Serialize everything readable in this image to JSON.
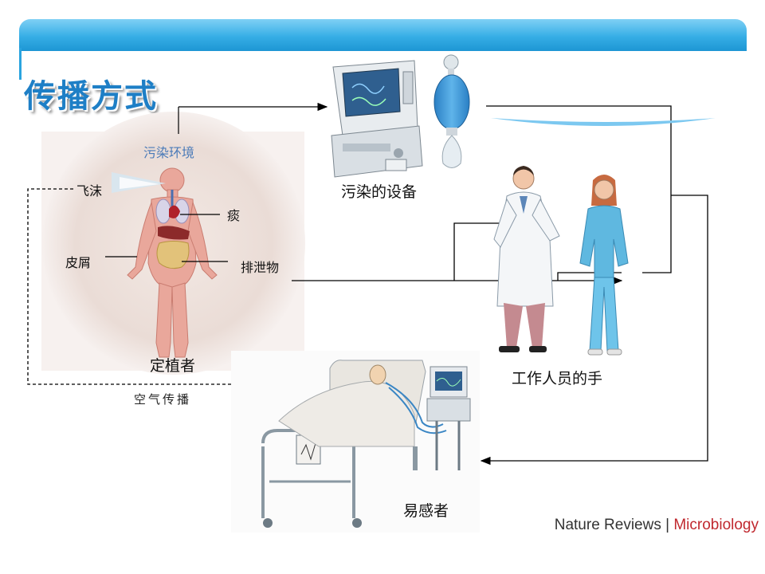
{
  "slide": {
    "title": "传播方式",
    "accent_color": "#1e7fc6",
    "banner_color": "#36aee6"
  },
  "labels": {
    "environment": "污染环境",
    "droplet": "飞沫",
    "sputum": "痰",
    "skin_flakes": "皮屑",
    "excreta": "排泄物",
    "colonized_host": "定植者",
    "airborne": "空气传播",
    "contaminated_equipment": "污染的设备",
    "staff_hands": "工作人员的手",
    "susceptible_host": "易感者"
  },
  "source": {
    "brand": "Nature Reviews",
    "separator": "|",
    "journal": "Microbiology",
    "journal_color": "#c0282e"
  },
  "icons": [
    "human-body-illustration",
    "ventilator-monitor-icon",
    "resuscitator-bag-icon",
    "doctor-figure",
    "nurse-figure",
    "hospital-bed-icon"
  ]
}
